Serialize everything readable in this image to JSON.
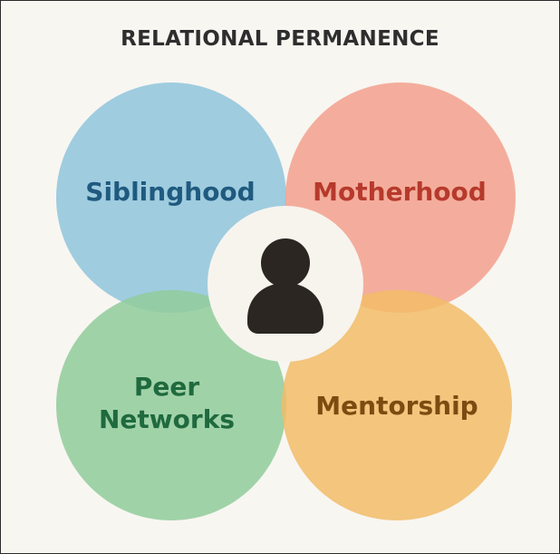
{
  "title": "RELATIONAL PERMANENCE",
  "circles": {
    "siblinghood": {
      "label": "Siblinghood",
      "fill": "#8fc4dc",
      "text_color": "#1f5a7f"
    },
    "motherhood": {
      "label": "Motherhood",
      "fill": "#f3a08d",
      "text_color": "#b63a2c"
    },
    "peer_networks": {
      "label_line1": "Peer",
      "label_line2": "Networks",
      "fill": "#91cb9b",
      "text_color": "#1f6a3e"
    },
    "mentorship": {
      "label": "Mentorship",
      "fill": "#f2bc68",
      "text_color": "#7c4b10"
    }
  },
  "center": {
    "icon": "person-icon",
    "fill": "#f7f4ee",
    "icon_color": "#2b2622"
  },
  "colors": {
    "background": "#f8f6f1",
    "border": "#2b2b2b",
    "title": "#2e2e2e"
  }
}
